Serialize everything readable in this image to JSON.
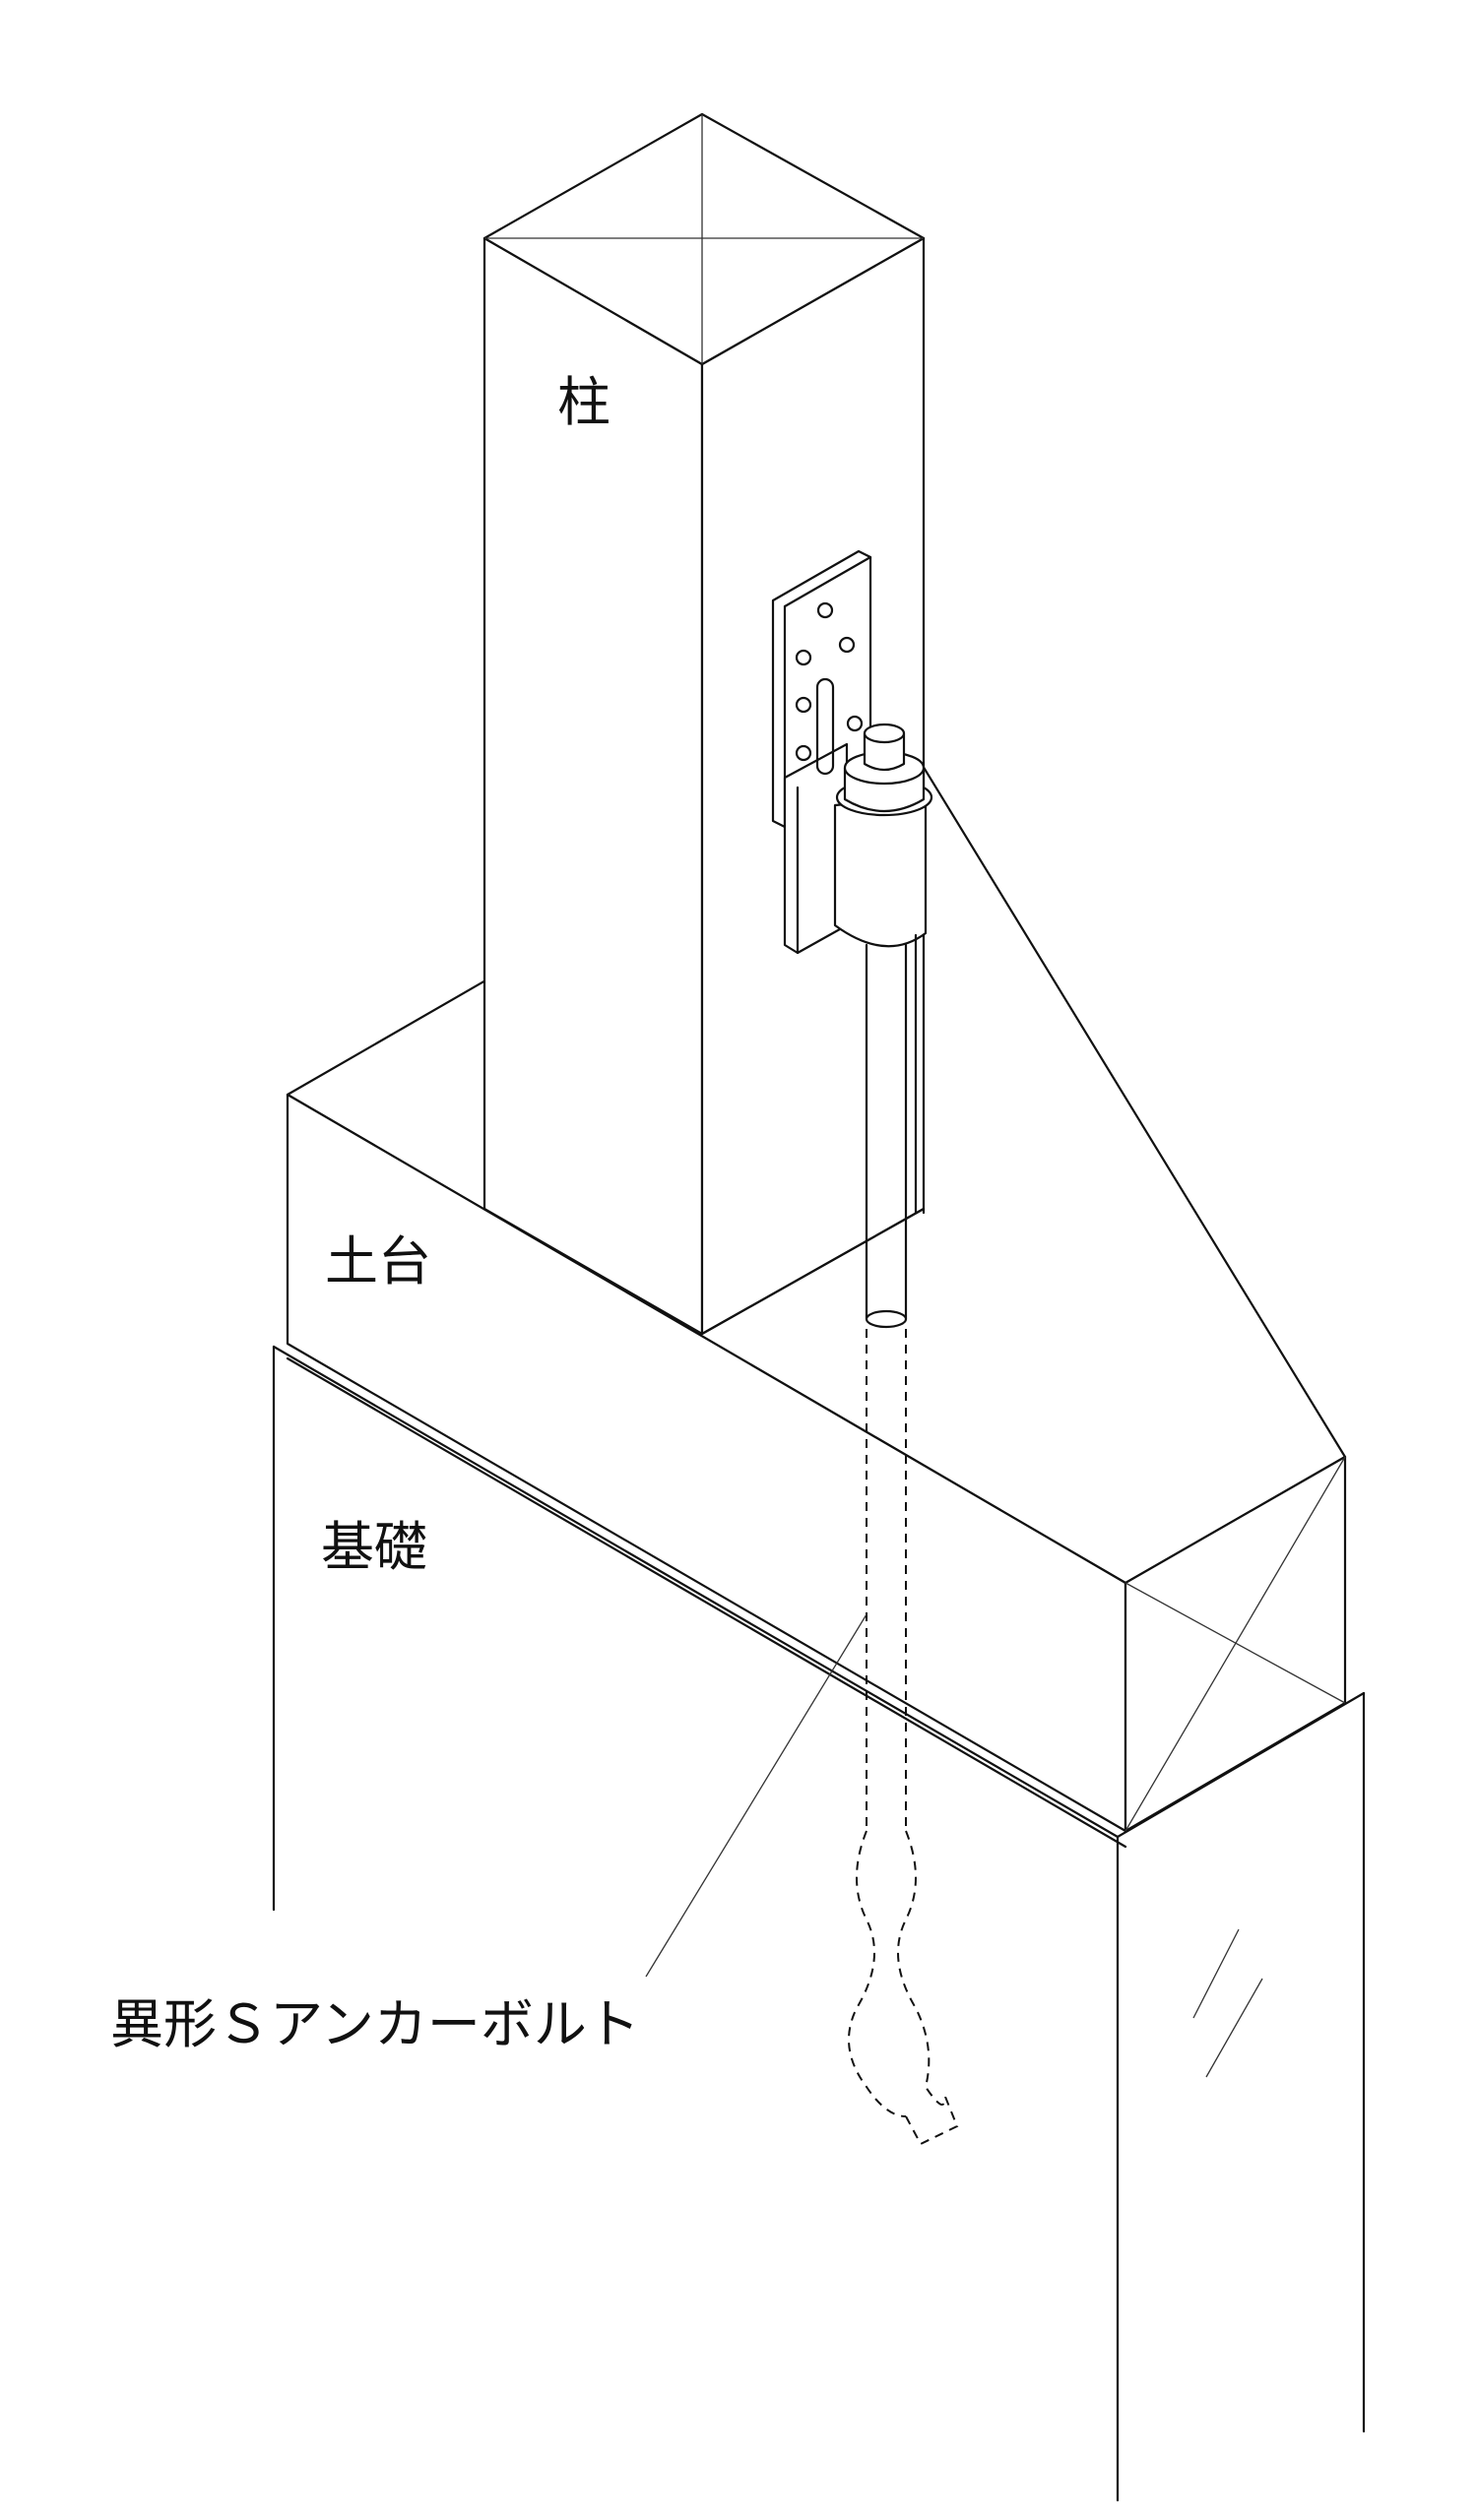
{
  "labels": {
    "pillar": "柱",
    "sill": "土台",
    "foundation": "基礎",
    "anchor_bolt": "異形Ｓアンカーボルト"
  },
  "colors": {
    "line": "#111111",
    "background": "#ffffff"
  }
}
